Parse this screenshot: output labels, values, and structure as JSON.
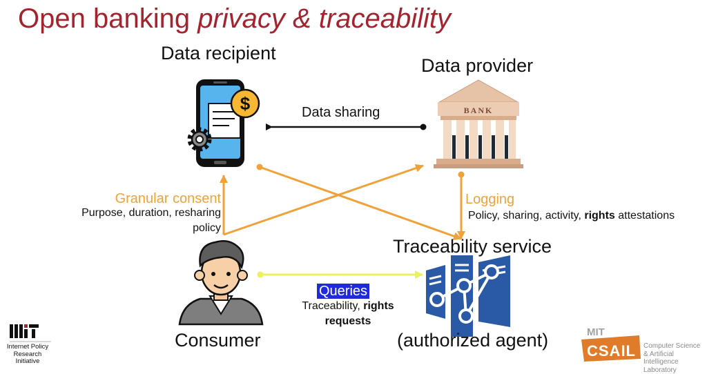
{
  "slide": {
    "title_plain": "Open banking ",
    "title_italic": "privacy & traceability"
  },
  "nodes": {
    "recipient": {
      "label": "Data recipient",
      "icon": "mobile-payment-icon"
    },
    "provider": {
      "label": "Data provider",
      "icon": "bank-building-icon",
      "sign": "BANK"
    },
    "consumer": {
      "label": "Consumer",
      "icon": "person-avatar-icon"
    },
    "traceability": {
      "label": "Traceability service",
      "sublabel": "(authorized agent)",
      "icon": "server-network-icon"
    }
  },
  "edges": {
    "data_sharing": {
      "label": "Data sharing"
    },
    "consent": {
      "label": "Granular consent",
      "detail": "Purpose, duration, resharing policy"
    },
    "logging": {
      "label": "Logging",
      "detail_plain": "Policy, sharing, activity, ",
      "detail_bold": "rights",
      "detail_tail": " attestations"
    },
    "queries": {
      "label": "Queries",
      "detail_plain": "Traceability, ",
      "detail_bold": "rights",
      "detail_bold2": "requests"
    }
  },
  "logos": {
    "ipri": {
      "lines": [
        "Internet Policy",
        "Research",
        "Initiative"
      ]
    },
    "csail": {
      "text": "Computer Science & Artificial Intelligence Laboratory",
      "mark_top": "MIT",
      "mark": "CSAIL"
    }
  },
  "colors": {
    "title": "#a3242f",
    "orange": "#f0a23a",
    "yellow": "#e9f25a",
    "queries_bg": "#1f2bd9",
    "server_blue": "#2a5aa6"
  }
}
